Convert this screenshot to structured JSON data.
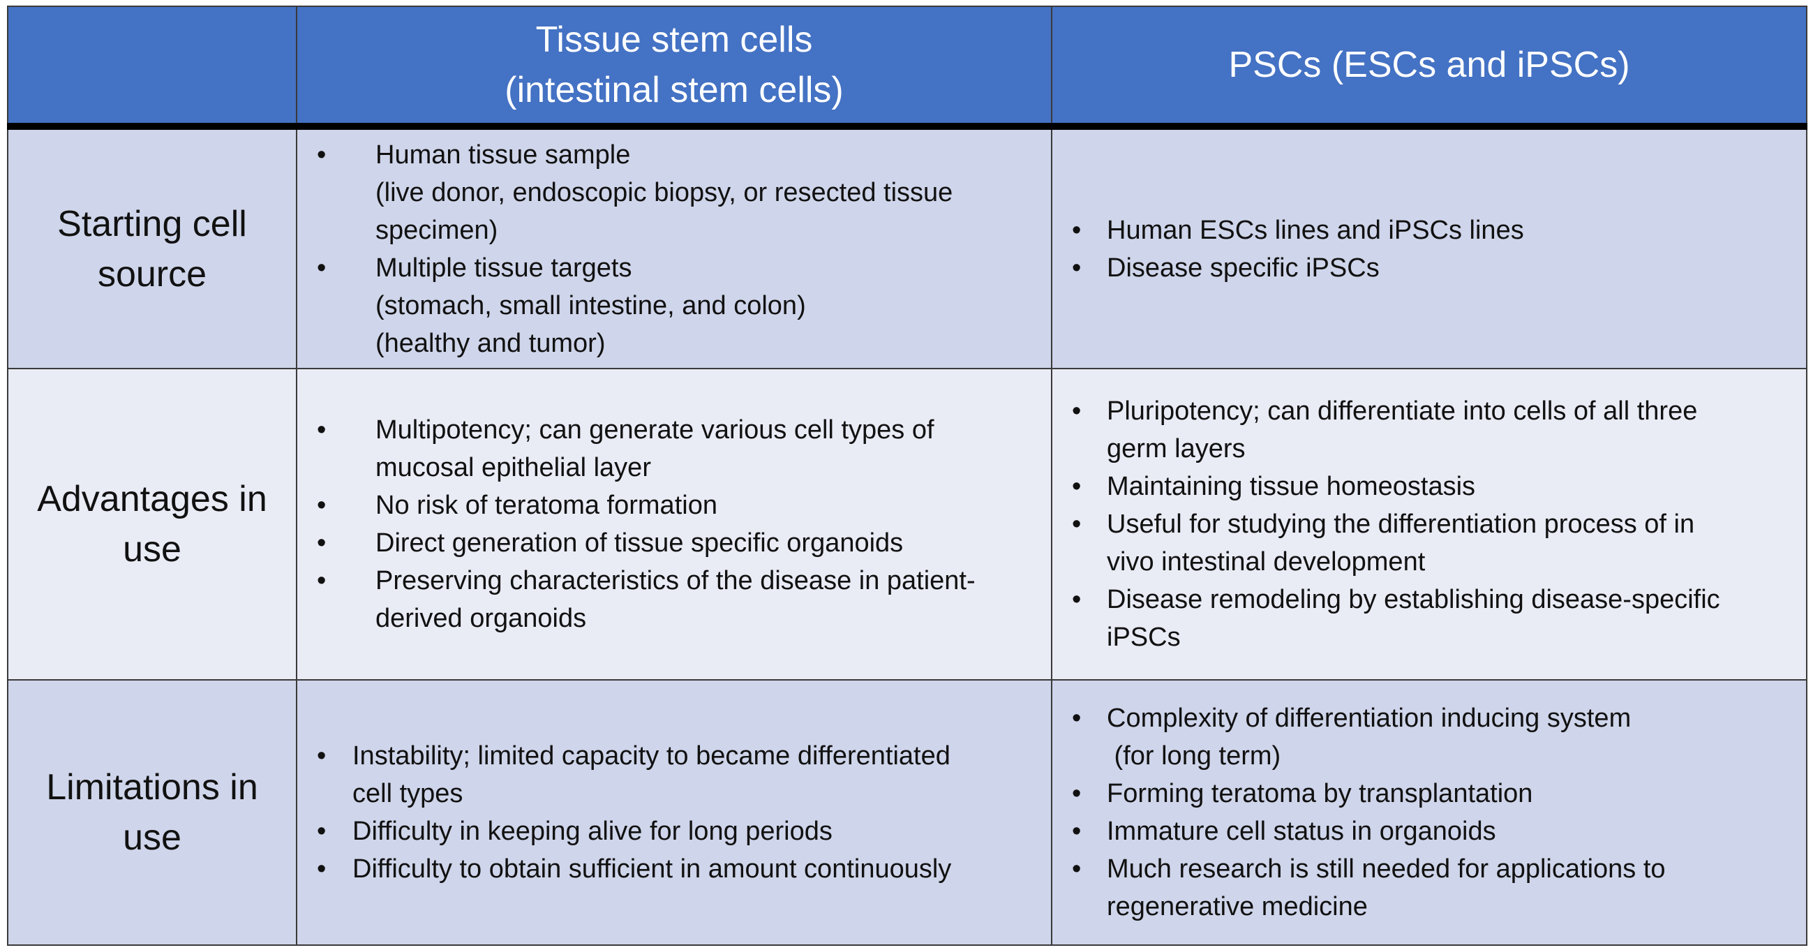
{
  "table": {
    "header": {
      "corner": "",
      "col1": [
        "Tissue stem cells",
        "(intestinal stem cells)"
      ],
      "col2": [
        "PSCs (ESCs and iPSCs)"
      ]
    },
    "rows": [
      {
        "label": [
          "Starting cell",
          "source"
        ],
        "tissue": [
          [
            "Human tissue sample",
            "(live donor, endoscopic biopsy, or resected tissue",
            "specimen)"
          ],
          [
            "Multiple tissue targets",
            "(stomach, small intestine, and colon)",
            "(healthy and tumor)"
          ]
        ],
        "psc": [
          [
            "Human ESCs lines and iPSCs lines"
          ],
          [
            "Disease specific iPSCs"
          ]
        ]
      },
      {
        "label": [
          "Advantages in",
          "use"
        ],
        "tissue": [
          [
            "Multipotency; can generate various cell types of",
            "mucosal epithelial layer"
          ],
          [
            "No risk of teratoma formation"
          ],
          [
            "Direct generation of tissue specific organoids"
          ],
          [
            "Preserving characteristics of the disease in patient-",
            "derived organoids"
          ]
        ],
        "psc": [
          [
            "Pluripotency; can differentiate into cells of all three",
            "germ layers"
          ],
          [
            "Maintaining tissue homeostasis"
          ],
          [
            "Useful for studying the differentiation process of in",
            "vivo intestinal development"
          ],
          [
            "Disease remodeling by establishing disease-specific",
            "iPSCs"
          ]
        ]
      },
      {
        "label": [
          "Limitations in",
          "use"
        ],
        "tissue": [
          [
            "Instability; limited capacity to became differentiated",
            "cell types"
          ],
          [
            "Difficulty in keeping alive for long periods"
          ],
          [
            "Difficulty to obtain sufficient in amount continuously"
          ]
        ],
        "psc": [
          [
            "Complexity of differentiation inducing system",
            " (for long term)"
          ],
          [
            "Forming teratoma by transplantation"
          ],
          [
            "Immature cell status in organoids"
          ],
          [
            "Much research is still needed for applications to",
            "regenerative medicine"
          ]
        ]
      }
    ],
    "bullet_glyph": "•",
    "colors": {
      "header_bg": "#4472c4",
      "header_text": "#ffffff",
      "band_dark": "#cfd5ea",
      "band_light": "#e9ebf5",
      "header_divider": "#000000"
    }
  }
}
